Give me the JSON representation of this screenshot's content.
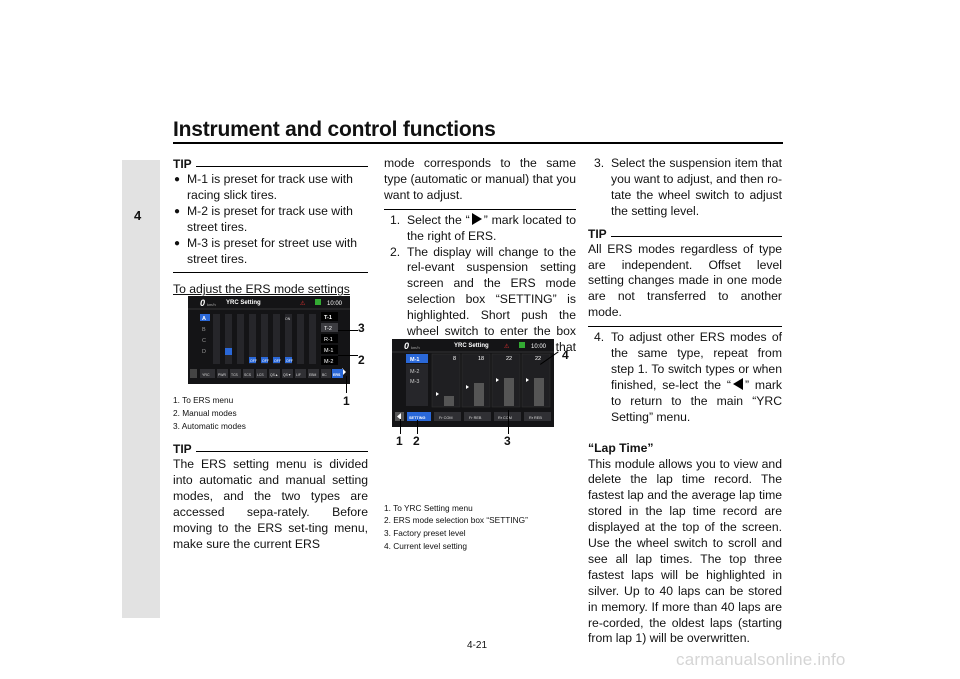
{
  "header": {
    "title": "Instrument and control functions",
    "chapter_tab": "4",
    "page_number": "4-21"
  },
  "col1": {
    "tip1_label": "TIP",
    "tip1_items": [
      "M-1 is preset for track use with racing slick tires.",
      "M-2 is preset for track use with street tires.",
      "M-3 is preset for street use with street tires."
    ],
    "subheading": "To adjust the ERS mode settings",
    "fig_captions": [
      "1. To ERS menu",
      "2. Manual modes",
      "3. Automatic modes"
    ],
    "tip2_label": "TIP",
    "tip2_text": "The ERS setting menu is divided into automatic and manual setting modes, and the two types are accessed sepa-rately. Before moving to the ERS set-ting menu, make sure the current ERS"
  },
  "col2": {
    "cont_text": "mode corresponds to the same type (automatic or manual) that you want to adjust.",
    "step1_num": "1.",
    "step1_a": "Select the “",
    "step1_b": "” mark located to the right of ERS.",
    "step2_num": "2.",
    "step2": "The display will change to the rel-evant suspension setting screen and the ERS mode selection box “SETTING” is highlighted. Short push the wheel switch to enter the box and select the ERS mode that you want to adjust.",
    "fig_captions": [
      "1. To YRC Setting menu",
      "2. ERS mode selection box “SETTING”",
      "3. Factory preset level",
      "4. Current level setting"
    ]
  },
  "col3": {
    "step3_num": "3.",
    "step3": "Select the suspension item that you want to adjust, and then ro-tate the wheel switch to adjust the setting level.",
    "tip_label": "TIP",
    "tip_text": "All ERS modes regardless of type are independent. Offset level setting changes made in one mode are not transferred to another mode.",
    "step4_num": "4.",
    "step4_a": "To adjust other ERS modes of the same type, repeat from step 1. To switch types or when finished, se-lect the “",
    "step4_b": "” mark to return to the main “YRC Setting” menu.",
    "lap_heading": "“Lap Time”",
    "lap_text": "This module allows you to view and delete the lap time record. The fastest lap and the average lap time stored in the lap time record are displayed at the top of the screen. Use the wheel switch to scroll and see all lap times. The top three fastest laps will be highlighted in silver. Up to 40 laps can be stored in memory. If more than 40 laps are re-corded, the oldest laps (starting from lap 1) will be overwritten."
  },
  "screen1": {
    "speed": "0",
    "unit": "km/h",
    "title": "YRC Setting",
    "clock": "10:00",
    "rows": [
      "A",
      "B",
      "C",
      "D"
    ],
    "modes": [
      "T-1",
      "T-2",
      "R-1",
      "M-1",
      "M-2"
    ],
    "bottom": [
      "YRC",
      "PWR",
      "TCS",
      "SCS",
      "LCS",
      "QS▲",
      "QS▼",
      "LIF",
      "EBM",
      "BC",
      "ERS"
    ],
    "off_label": "OFF",
    "on_label": "ON",
    "callouts": [
      "1",
      "2",
      "3"
    ]
  },
  "screen2": {
    "speed": "0",
    "unit": "km/h",
    "title": "YRC Setting",
    "clock": "10:00",
    "modes": [
      "M-1",
      "M-2",
      "M-3"
    ],
    "values": [
      "8",
      "18",
      "22",
      "22"
    ],
    "bottom": [
      "SETTING",
      "Fr COM",
      "Fr REB",
      "Rr COM",
      "Rr REB"
    ],
    "callouts": [
      "1",
      "2",
      "3",
      "4"
    ]
  },
  "watermark": "carmanualsonline.info"
}
